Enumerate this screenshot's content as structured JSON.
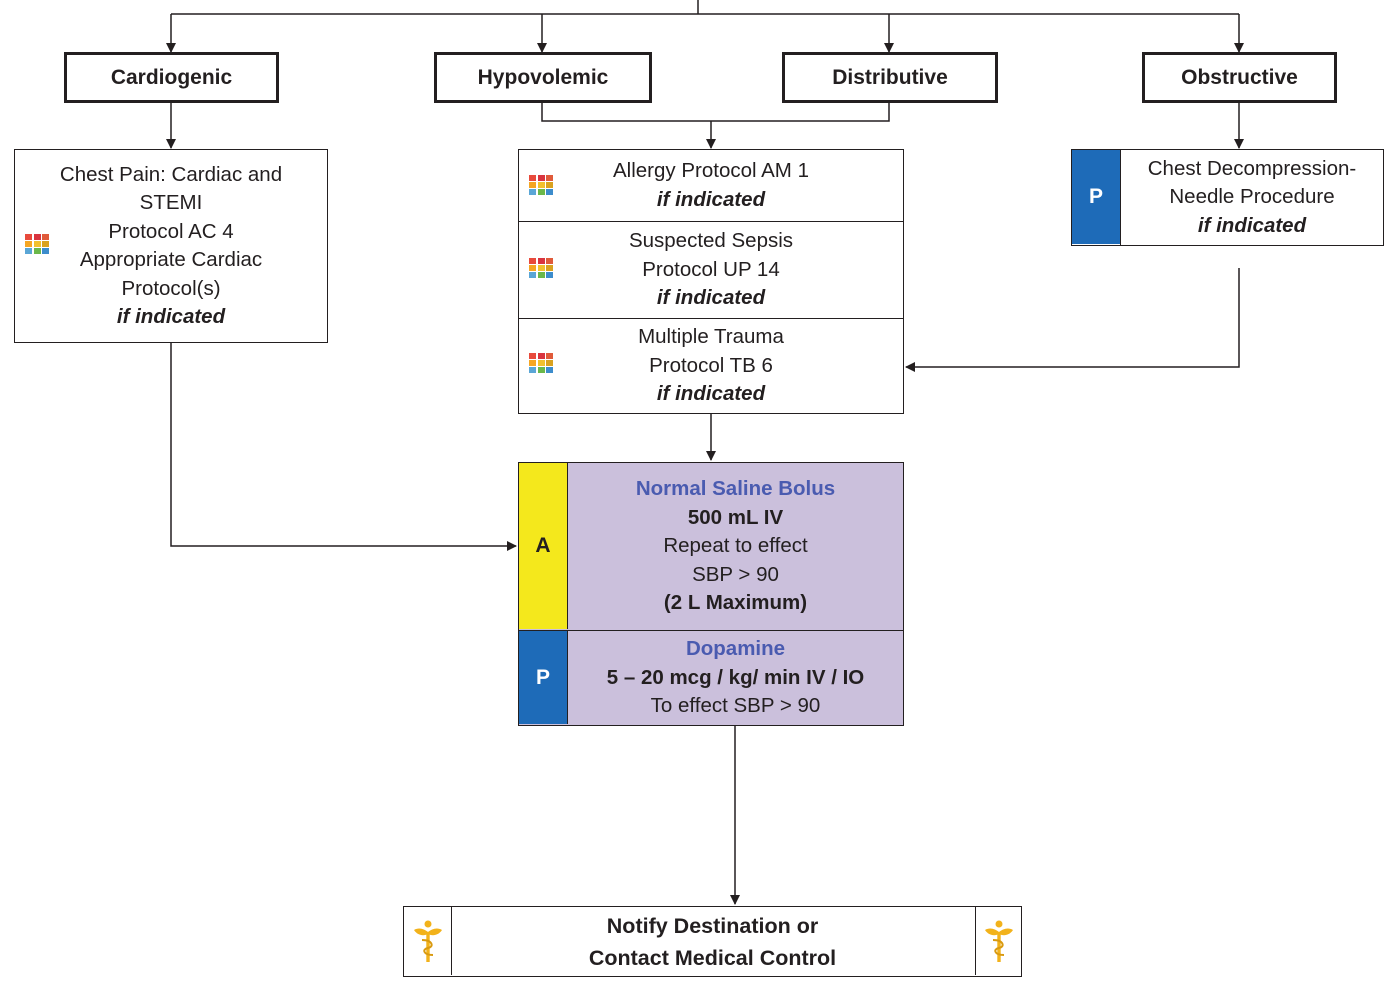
{
  "categories": {
    "cardiogenic": "Cardiogenic",
    "hypovolemic": "Hypovolemic",
    "distributive": "Distributive",
    "obstructive": "Obstructive"
  },
  "chest_pain": {
    "line1": "Chest Pain: Cardiac and",
    "line2": "STEMI",
    "line3": "Protocol AC 4",
    "line4": "Appropriate Cardiac",
    "line5": "Protocol(s)",
    "line6": "if indicated"
  },
  "allergy": {
    "line1": "Allergy Protocol AM 1",
    "line2": "if indicated"
  },
  "sepsis": {
    "line1": "Suspected Sepsis",
    "line2": "Protocol UP 14",
    "line3": "if indicated"
  },
  "trauma": {
    "line1": "Multiple Trauma",
    "line2": "Protocol TB 6",
    "line3": "if indicated"
  },
  "decompression": {
    "tag": "P",
    "line1": "Chest Decompression-",
    "line2": "Needle Procedure",
    "line3": "if indicated"
  },
  "saline": {
    "tag": "A",
    "title": "Normal Saline Bolus",
    "dose": "500 mL IV",
    "line3": "Repeat to effect",
    "line4": "SBP > 90",
    "line5": "(2 L Maximum)"
  },
  "dopamine": {
    "tag": "P",
    "title": "Dopamine",
    "dose": "5 – 20 mcg / kg/ min IV / IO",
    "line3": "To effect SBP > 90"
  },
  "notify": {
    "line1": "Notify Destination or",
    "line2": "Contact Medical Control"
  },
  "colors": {
    "line": "#231f20",
    "provider_P": "#1e6bb8",
    "provider_A": "#f4e81c",
    "medication_bg": "#cbc0dc",
    "medication_title": "#4a5bb0",
    "caduceus": "#f2b21b"
  },
  "icons": [
    "protocol-grid-icon",
    "caduceus-icon"
  ]
}
